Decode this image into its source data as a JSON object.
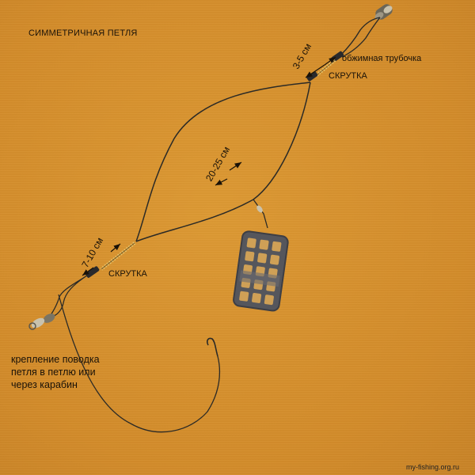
{
  "title": "СИММЕТРИЧНАЯ ПЕТЛЯ",
  "labels": {
    "crimp_tube": "обжимная трубочка",
    "twist_top": "СКРУТКА",
    "twist_bottom": "СКРУТКА",
    "leader_attachment": "крепление поводка петля в петлю или через карабин"
  },
  "dimensions": {
    "top": "3-5 см",
    "middle": "20-25 см",
    "bottom": "7-10 см"
  },
  "watermark": "my-fishing.org.ru",
  "colors": {
    "background": "#d9922e",
    "line": "#2b2a26",
    "arrow": "#1a1208",
    "braid": "#e6c36a"
  }
}
